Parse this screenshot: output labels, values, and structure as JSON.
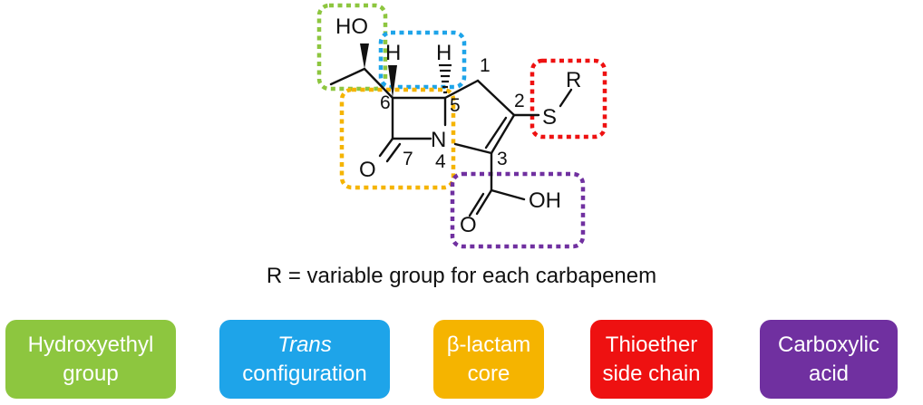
{
  "molecule": {
    "atoms": {
      "ho": "HO",
      "h6": "H",
      "h5": "H",
      "n": "N",
      "s": "S",
      "r": "R",
      "o_lactam": "O",
      "o_acid": "O",
      "oh_acid": "OH"
    },
    "ring_numbers": [
      "1",
      "2",
      "3",
      "4",
      "5",
      "6",
      "7"
    ]
  },
  "caption": "R = variable group for each carbapenem",
  "legend": [
    {
      "line1": "Hydroxyethyl",
      "line2": "group",
      "color": "#8dc63f"
    },
    {
      "line1": "Trans",
      "line2": "configuration",
      "color": "#1ea4e9"
    },
    {
      "line1": "β-lactam",
      "line2": "core",
      "color": "#f5b400"
    },
    {
      "line1": "Thioether",
      "line2": "side chain",
      "color": "#ee1111"
    },
    {
      "line1": "Carboxylic",
      "line2": "acid",
      "color": "#7030a0"
    }
  ]
}
